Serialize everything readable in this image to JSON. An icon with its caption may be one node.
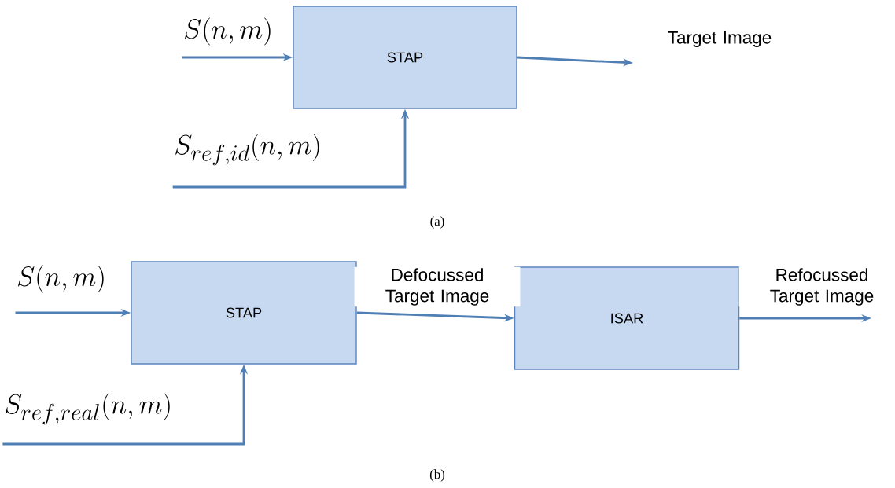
{
  "diagram": {
    "nodes": [
      {
        "text": [
          "S(n,m)"
        ]
      },
      {
        "text": [
          "STAP"
        ]
      },
      {
        "text": [
          "S_{ref,id}(n,m)"
        ]
      },
      {
        "text": [
          "S(n,m)"
        ]
      },
      {
        "text": [
          "STAP"
        ]
      },
      {
        "text": [
          "S_{ref,real}(n,m)"
        ]
      },
      {
        "text": [
          "ISAR"
        ]
      }
    ],
    "edges": [
      {
        "from": 0,
        "to": 1,
        "arrow": "to"
      },
      {
        "from": 2,
        "to": 1,
        "arrow": "to"
      },
      {
        "from": 1,
        "to": null,
        "arrow": "to",
        "label": "Target Image"
      },
      {
        "from": 3,
        "to": 4,
        "arrow": "to"
      },
      {
        "from": 5,
        "to": 4,
        "arrow": "to"
      },
      {
        "from": 4,
        "to": 6,
        "arrow": "to",
        "label": "Defocussed Target Image"
      },
      {
        "from": 6,
        "to": null,
        "arrow": "to",
        "label": "Refocussed Target Image"
      }
    ],
    "labels": [
      "(a)",
      "(b)"
    ]
  }
}
